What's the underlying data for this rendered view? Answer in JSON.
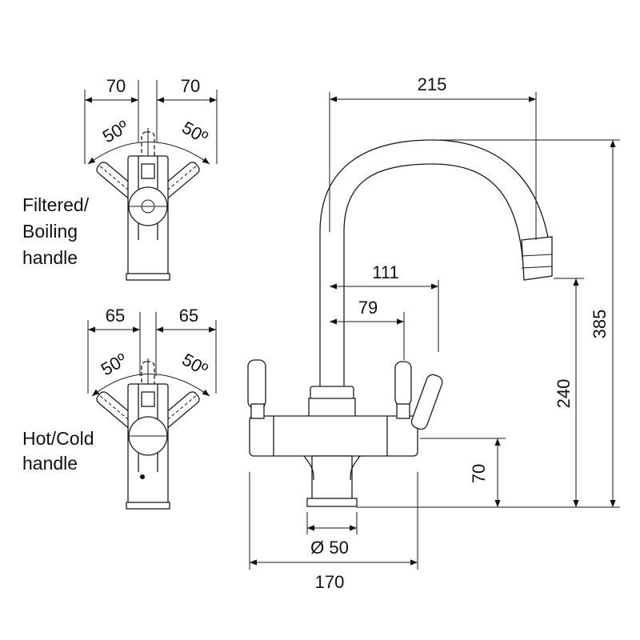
{
  "dimensions": {
    "top_left_a": "70",
    "top_left_b": "70",
    "top_angle_a": "50º",
    "top_angle_b": "50º",
    "bottom_left_a": "65",
    "bottom_left_b": "65",
    "bottom_angle_a": "50º",
    "bottom_angle_b": "50º",
    "spout_reach": "215",
    "handle_reach_outer": "111",
    "handle_reach_inner": "79",
    "total_height": "385",
    "spout_height": "240",
    "handle_height": "70",
    "base_diameter": "Ø 50",
    "body_width": "170"
  },
  "labels": {
    "filtered_line1": "Filtered/",
    "filtered_line2": "Boiling",
    "filtered_line3": "handle",
    "hotcold_line1": "Hot/Cold",
    "hotcold_line2": "handle"
  }
}
